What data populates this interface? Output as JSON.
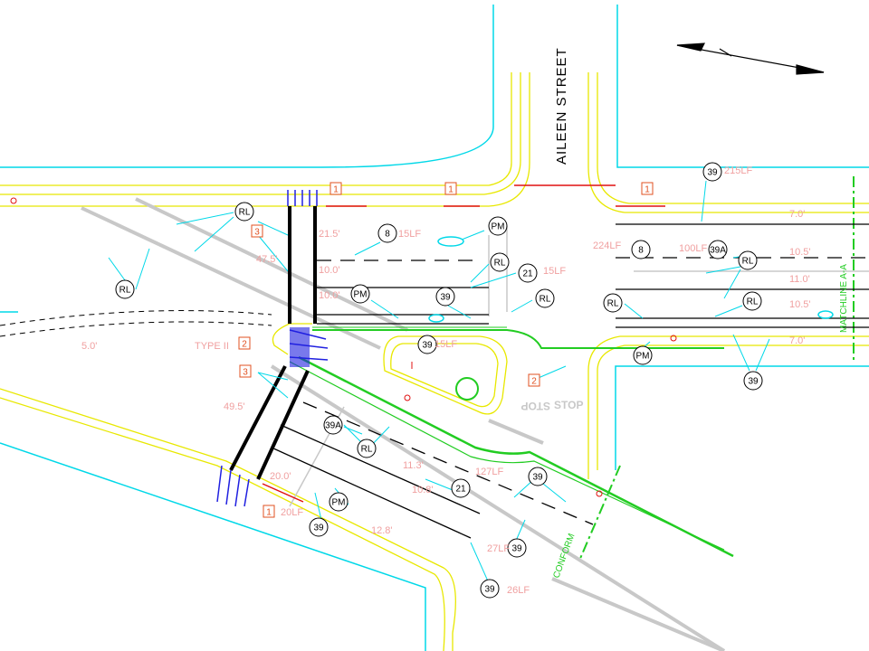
{
  "street": {
    "name": "AILEEN STREET"
  },
  "matchline": {
    "text": "MATCHLINE A-A"
  },
  "conform": {
    "text": "CONFORM"
  },
  "stop_text": {
    "a": "STOP",
    "b": "STOP"
  },
  "type_label": {
    "text": "TYPE II"
  },
  "circle_callouts": [
    {
      "text": "RL"
    },
    {
      "text": "RL"
    },
    {
      "text": "8"
    },
    {
      "text": "PM"
    },
    {
      "text": "RL"
    },
    {
      "text": "21"
    },
    {
      "text": "PM"
    },
    {
      "text": "39"
    },
    {
      "text": "RL"
    },
    {
      "text": "39"
    },
    {
      "text": "39"
    },
    {
      "text": "8"
    },
    {
      "text": "39A"
    },
    {
      "text": "RL"
    },
    {
      "text": "RL"
    },
    {
      "text": "RL"
    },
    {
      "text": "PM"
    },
    {
      "text": "39"
    },
    {
      "text": "39A"
    },
    {
      "text": "RL"
    },
    {
      "text": "21"
    },
    {
      "text": "39"
    },
    {
      "text": "PM"
    },
    {
      "text": "39"
    },
    {
      "text": "39"
    },
    {
      "text": "39"
    }
  ],
  "box_callouts": [
    {
      "text": "1"
    },
    {
      "text": "1"
    },
    {
      "text": "1"
    },
    {
      "text": "3"
    },
    {
      "text": "2"
    },
    {
      "text": "3"
    },
    {
      "text": "2"
    },
    {
      "text": "1"
    }
  ],
  "dimensions": [
    {
      "text": "21.5'"
    },
    {
      "text": "47.5'"
    },
    {
      "text": "10.0'"
    },
    {
      "text": "10.0'"
    },
    {
      "text": "7.0'"
    },
    {
      "text": "10.5'"
    },
    {
      "text": "11.0'"
    },
    {
      "text": "10.5'"
    },
    {
      "text": "7.0'"
    },
    {
      "text": "49.5'"
    },
    {
      "text": "20.0'"
    },
    {
      "text": "11.3'"
    },
    {
      "text": "10.8'"
    },
    {
      "text": "12.8'"
    },
    {
      "text": "5.0'"
    },
    {
      "text": "224LF"
    },
    {
      "text": "100LF"
    },
    {
      "text": "215LF"
    },
    {
      "text": "15LF"
    },
    {
      "text": "15LF"
    },
    {
      "text": "15LF"
    },
    {
      "text": "127LF"
    },
    {
      "text": "27LF"
    },
    {
      "text": "26LF"
    },
    {
      "text": "20LF"
    }
  ],
  "colors": {
    "curb": "#e8e800",
    "cyan": "#00d8e8",
    "green": "#22cc22",
    "red": "#e01010",
    "orange": "#e05020",
    "gray": "#c8c8c8",
    "blue": "#2020e0",
    "pink": "#f0a0a0"
  }
}
